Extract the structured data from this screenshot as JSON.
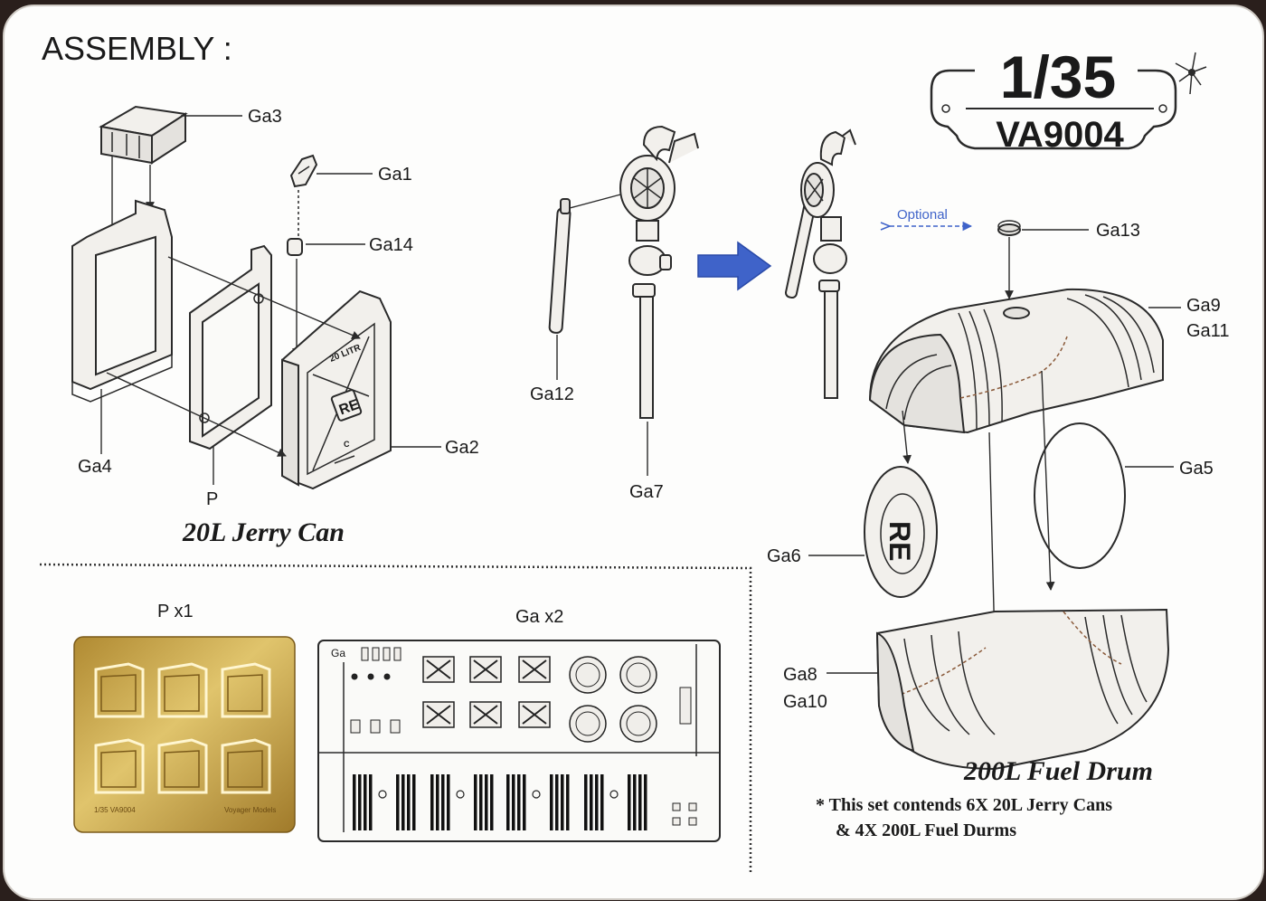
{
  "heading": "ASSEMBLY :",
  "scale": "1/35",
  "code": "VA9004",
  "optional_label": "Optional",
  "part_labels": {
    "ga3": "Ga3",
    "ga1": "Ga1",
    "ga14": "Ga14",
    "ga2": "Ga2",
    "ga4": "Ga4",
    "p": "P",
    "ga12": "Ga12",
    "ga7": "Ga7",
    "ga13": "Ga13",
    "ga9": "Ga9",
    "ga11": "Ga11",
    "ga5": "Ga5",
    "ga6": "Ga6",
    "ga8": "Ga8",
    "ga10": "Ga10"
  },
  "can_markings": {
    "volume": "20 LITR",
    "logo": "RE",
    "letter": "C"
  },
  "drum_logo": "RE",
  "sprue_p_label": "P x1",
  "sprue_ga_label": "Ga x2",
  "sprue_ga_tag": "Ga",
  "etch_credit_left": "1/35 VA9004",
  "etch_credit_right": "Voyager Models",
  "titles": {
    "jerry_can": "20L Jerry Can",
    "fuel_drum": "200L Fuel Drum"
  },
  "note_line1": "*  This set contends 6X 20L Jerry Cans",
  "note_line2": "& 4X 200L Fuel Durms",
  "colors": {
    "card": "#fdfdfc",
    "brass": "#c9a84c",
    "arrow_blue": "#3f63c9",
    "ink": "#1a1a1a"
  }
}
